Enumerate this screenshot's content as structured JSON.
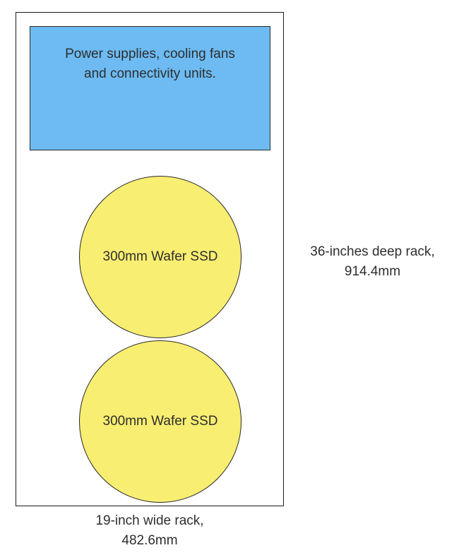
{
  "diagram": {
    "title_hint": "Rack layout diagram for 300mm Wafer SSD units",
    "power_unit": {
      "label": "Power supplies, cooling fans and connectivity units."
    },
    "wafers": [
      {
        "label": "300mm Wafer SSD"
      },
      {
        "label": "300mm Wafer SSD"
      }
    ],
    "depth_label": "36-inches deep rack,\n914.4mm",
    "width_label": "19-inch wide rack,\n482.6mm",
    "colors": {
      "power_unit_fill": "#6dbbf2",
      "wafer_fill": "#f8ee71",
      "outline": "#1a1a1a",
      "text": "#2e2e2e"
    }
  }
}
